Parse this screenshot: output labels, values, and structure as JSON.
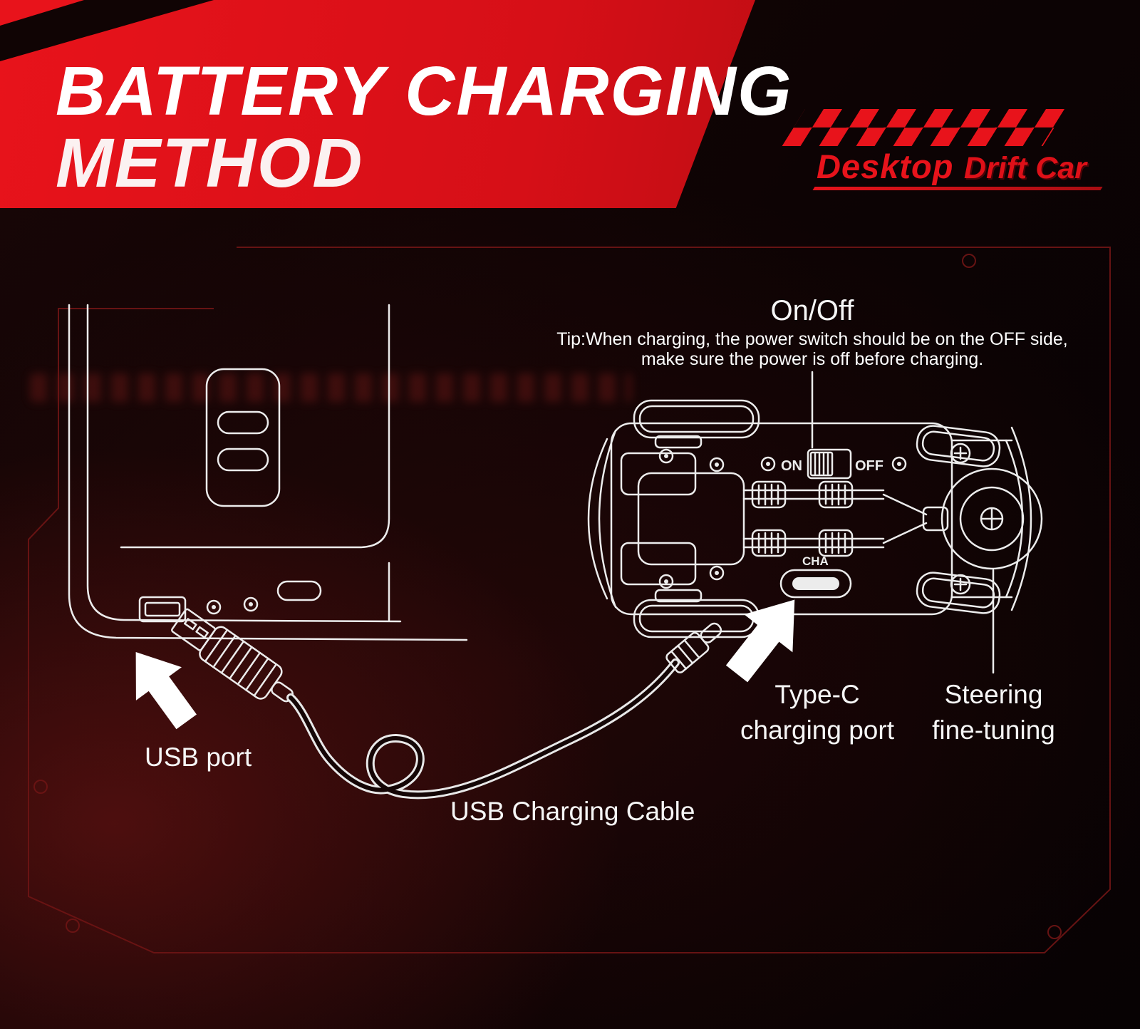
{
  "header": {
    "title_line1": "BATTERY CHARGING",
    "title_line2": "METHOD",
    "brand_part1": "Desktop",
    "brand_part2": "Drift Car"
  },
  "annotations": {
    "on_off_label": "On/Off",
    "tip_line1": "Tip:When charging, the power switch should be on the OFF side,",
    "tip_line2": "make sure the power is off before charging.",
    "usb_port_label": "USB port",
    "usb_cable_label": "USB Charging Cable",
    "type_c_label_line1": "Type-C",
    "type_c_label_line2": "charging port",
    "steering_label_line1": "Steering",
    "steering_label_line2": "fine-tuning"
  },
  "car_markings": {
    "switch_on": "ON",
    "switch_off": "OFF",
    "charge_port": "CHA"
  },
  "colors": {
    "accent_red": "#e8131b",
    "frame_red": "#6b1414",
    "line_white": "#ececec",
    "background": "#0d0304"
  }
}
